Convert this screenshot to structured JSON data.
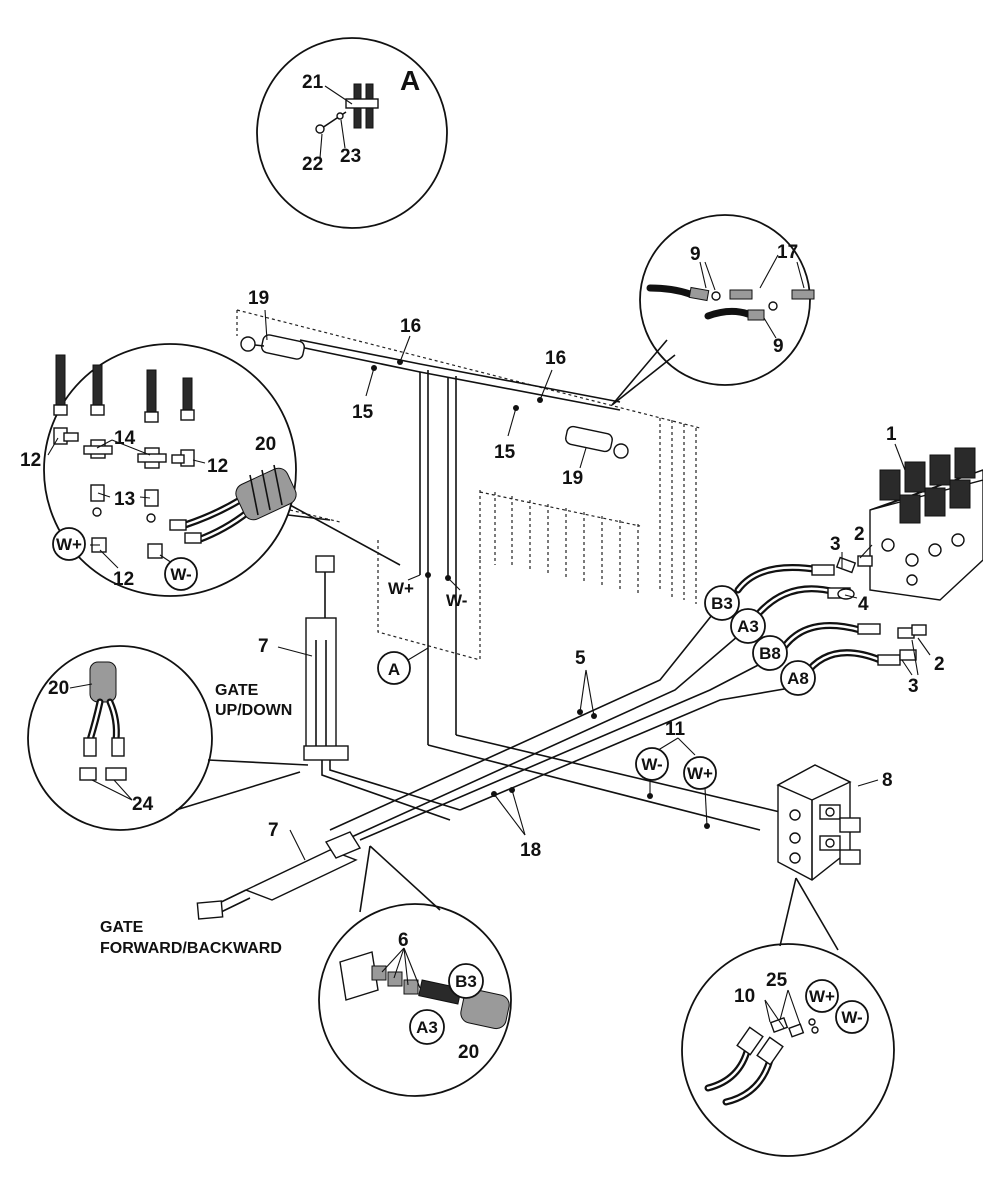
{
  "detail_label": "A",
  "detail_callout": "A",
  "captions": {
    "gate_up_down_line1": "GATE",
    "gate_up_down_line2": "UP/DOWN",
    "gate_fwd_line1": "GATE",
    "gate_fwd_line2": "FORWARD/BACKWARD"
  },
  "callouts": {
    "p1": "1",
    "p2a": "2",
    "p2b": "2",
    "p3a": "3",
    "p3b": "3",
    "p4": "4",
    "p5": "5",
    "p6": "6",
    "p7a": "7",
    "p7b": "7",
    "p8": "8",
    "p9a": "9",
    "p9b": "9",
    "p10": "10",
    "p11": "11",
    "p12a": "12",
    "p12b": "12",
    "p12c": "12",
    "p13": "13",
    "p14": "14",
    "p15a": "15",
    "p15b": "15",
    "p16a": "16",
    "p16b": "16",
    "p17": "17",
    "p18": "18",
    "p19a": "19",
    "p19b": "19",
    "p20a": "20",
    "p20b": "20",
    "p20c": "20",
    "p21": "21",
    "p22": "22",
    "p23": "23",
    "p24": "24",
    "p25": "25"
  },
  "port_tags": {
    "wplus_hose": "W+",
    "wminus_hose": "W-",
    "b3": "B3",
    "a3": "A3",
    "b8": "B8",
    "a8": "A8",
    "wminus_11": "W-",
    "wplus_11": "W+",
    "wplus_det": "W+",
    "wminus_det": "W-",
    "b3_det": "B3",
    "a3_det": "A3",
    "wplus_det2": "W+",
    "wminus_det2": "W-"
  }
}
